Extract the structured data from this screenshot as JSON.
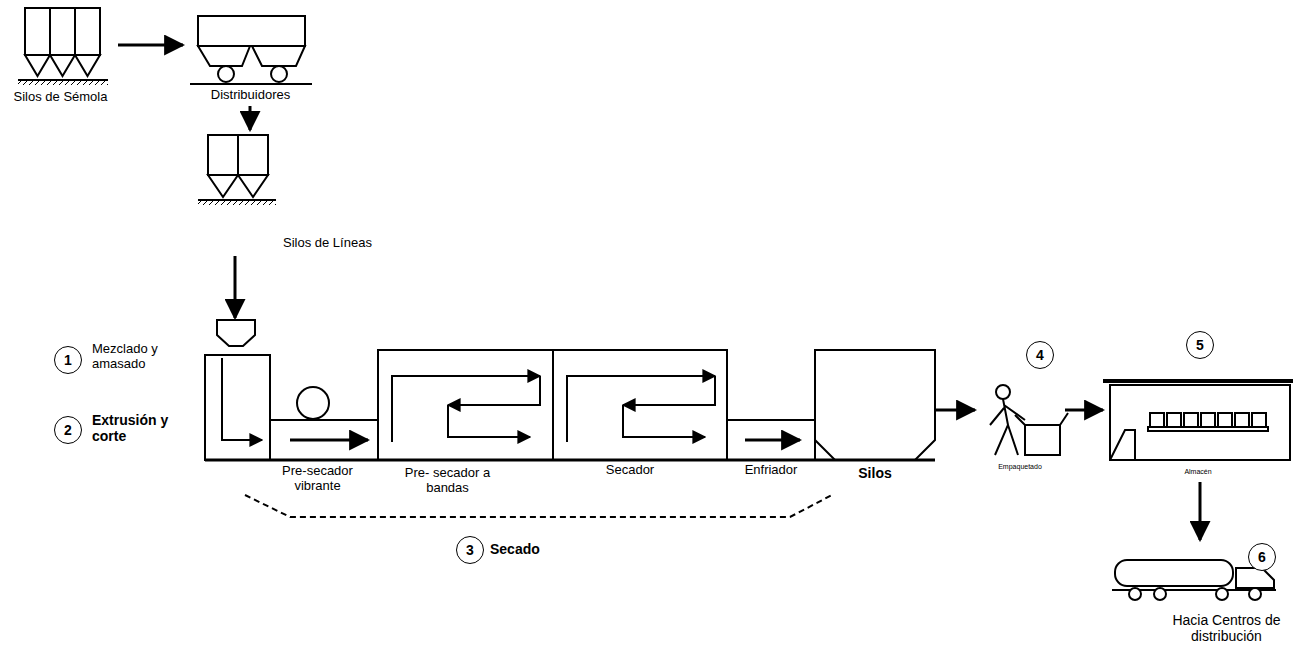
{
  "diagram": {
    "nodes": [
      {
        "text": [
          "Silos de Sémola"
        ]
      },
      {
        "text": [
          "Distribuidores"
        ]
      },
      {
        "text": [
          "Silos de Líneas"
        ]
      },
      {
        "text": [
          "1"
        ]
      },
      {
        "text": [
          "2"
        ]
      },
      {
        "text": [
          "Mezclado y amasado",
          "Extrusión y corte"
        ]
      },
      {
        "text": [
          "Pre-secador vibrante"
        ]
      },
      {
        "text": [
          "Pre- secador a bandas"
        ]
      },
      {
        "text": [
          "Secador"
        ]
      },
      {
        "text": [
          "Enfriador"
        ]
      },
      {
        "text": [
          "Silos"
        ]
      },
      {
        "text": [
          "3"
        ]
      },
      {
        "text": [
          "4"
        ]
      },
      {
        "text": [
          "Empaquetado"
        ]
      },
      {
        "text": [
          "5"
        ]
      },
      {
        "text": [
          "Almacén"
        ]
      },
      {
        "text": [
          "6"
        ]
      },
      {
        "text": [
          "Hacia Centros de distribución"
        ]
      }
    ],
    "edges": [
      {
        "from": 0,
        "to": 1,
        "arrow": "to"
      },
      {
        "from": 1,
        "to": 2,
        "arrow": "to"
      },
      {
        "from": 2,
        "to": 5,
        "arrow": "to"
      },
      {
        "from": 10,
        "to": 13,
        "arrow": "to"
      },
      {
        "from": 13,
        "to": 15,
        "arrow": "to"
      },
      {
        "from": 15,
        "to": 17,
        "arrow": "to"
      }
    ],
    "labels": [
      "Secado"
    ]
  }
}
